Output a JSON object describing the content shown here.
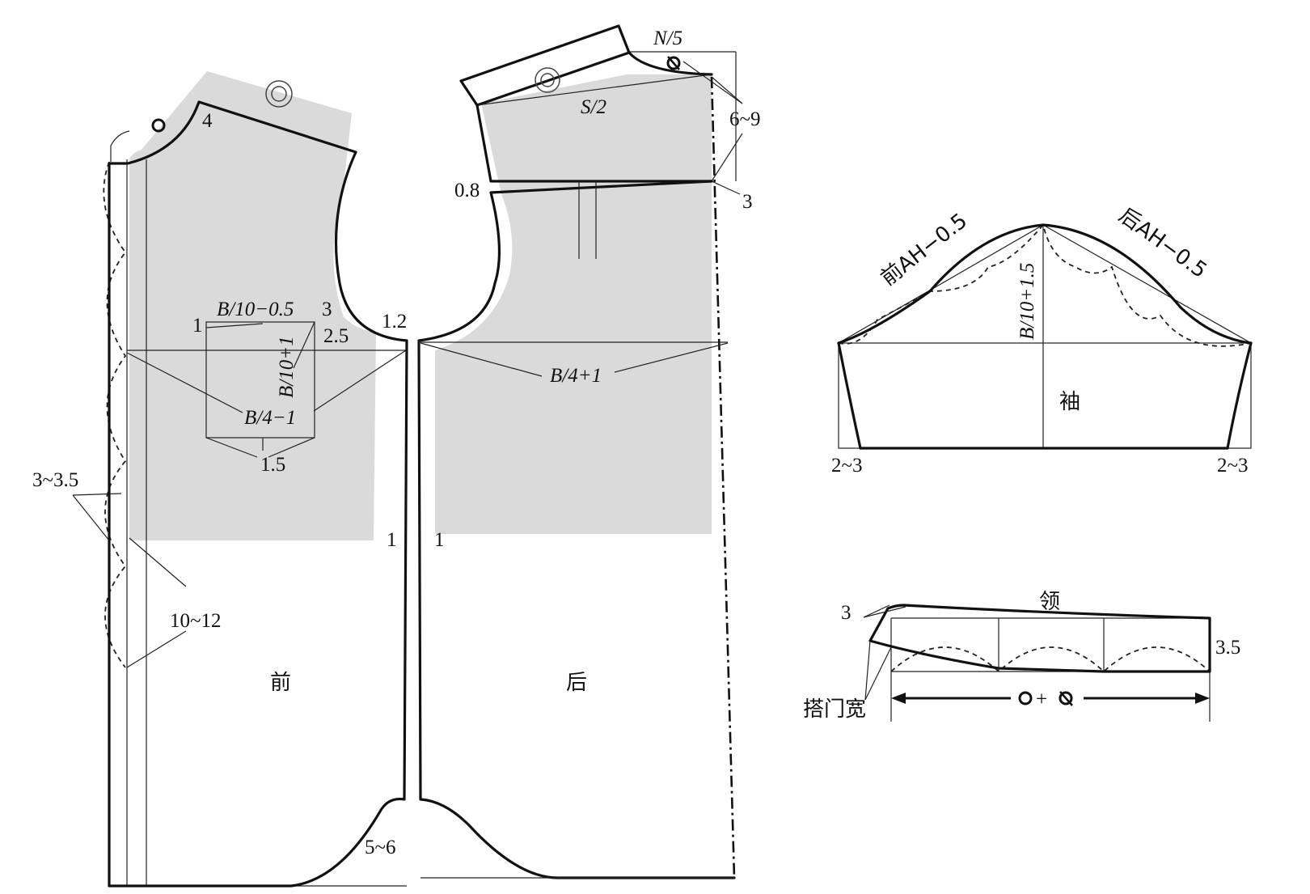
{
  "front": {
    "name": "前",
    "shoulder_label": "4",
    "pocket_top": "B/10−0.5",
    "pocket_left_offset": "1",
    "pocket_right_offset": "3",
    "pocket_depth": "B/10+1",
    "pocket_gap": "2.5",
    "pocket_bottom": "1.5",
    "armhole_drop": "1.2",
    "chest": "B/4−1",
    "scallop": "3~3.5",
    "placket": "10~12",
    "side_suppression": "1",
    "hem_curve": "5~6"
  },
  "back": {
    "name": "后",
    "neck": "N/5",
    "shoulder": "S/2",
    "shoulder_drop": "6~9",
    "yoke_offset": "0.8",
    "yoke_step": "3",
    "chest": "B/4+1",
    "side_suppression": "1"
  },
  "sleeve": {
    "name": "袖",
    "front_cap": "前AH−0.5",
    "back_cap": "后AH−0.5",
    "cap_height": "B/10+1.5",
    "left_hem": "2~3",
    "right_hem": "2~3"
  },
  "collar": {
    "name": "领",
    "rise": "3",
    "height": "3.5",
    "overlap": "搭门宽",
    "length": "+"
  },
  "colors": {
    "shade": "#dadada",
    "line": "#111111"
  }
}
